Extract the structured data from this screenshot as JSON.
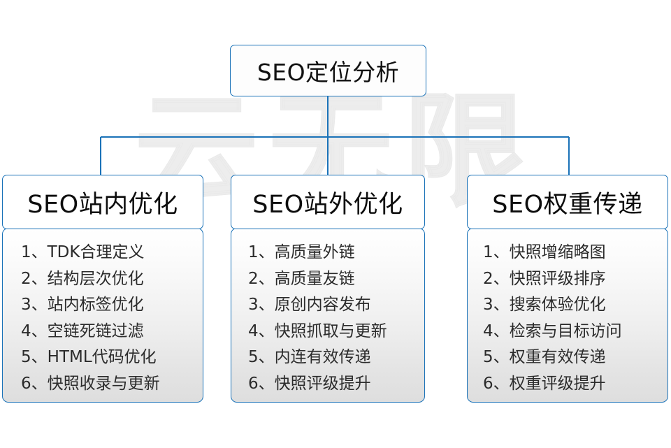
{
  "diagram": {
    "title": "SEO定位分析",
    "watermark": "云无限",
    "accent_color": "#1a72b8",
    "text_color": "#111111",
    "background_color": "#ffffff",
    "body_gradient_top": "#ffffff",
    "body_gradient_bottom": "#dedede"
  },
  "root": {
    "label": "SEO定位分析"
  },
  "columns": [
    {
      "header": "SEO站内优化",
      "items": [
        "1、TDK合理定义",
        "2、结构层次优化",
        "3、站内标签优化",
        "4、空链死链过滤",
        "5、HTML代码优化",
        "6、快照收录与更新"
      ]
    },
    {
      "header": "SEO站外优化",
      "items": [
        "1、高质量外链",
        "2、高质量友链",
        "3、原创内容发布",
        "4、快照抓取与更新",
        "5、内连有效传递",
        "6、快照评级提升"
      ]
    },
    {
      "header": "SEO权重传递",
      "items": [
        "1、快照增缩略图",
        "2、快照评级排序",
        "3、搜索体验优化",
        "4、检索与目标访问",
        "5、权重有效传递",
        "6、权重评级提升"
      ]
    }
  ]
}
